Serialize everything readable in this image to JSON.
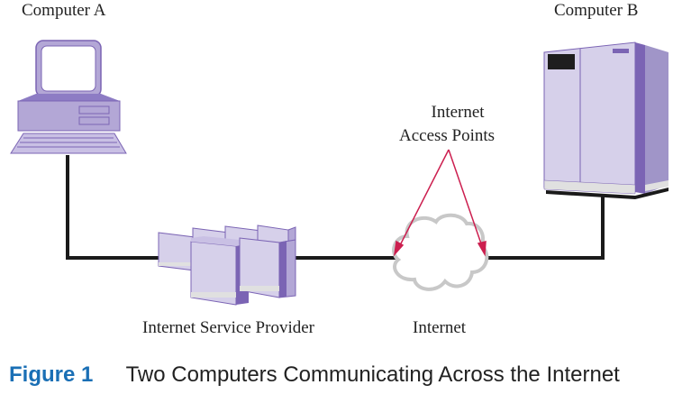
{
  "diagram": {
    "nodes": [
      {
        "id": "computer-a",
        "label": "Computer A",
        "type": "desktop-computer"
      },
      {
        "id": "isp",
        "label": "Internet Service Provider",
        "type": "server-cluster"
      },
      {
        "id": "internet",
        "label": "Internet",
        "type": "cloud"
      },
      {
        "id": "computer-b",
        "label": "Computer B",
        "type": "mainframe-cabinet"
      }
    ],
    "edges": [
      {
        "from": "computer-a",
        "to": "isp"
      },
      {
        "from": "isp",
        "to": "internet"
      },
      {
        "from": "internet",
        "to": "computer-b"
      }
    ],
    "annotation": {
      "line1": "Internet",
      "line2": "Access Points",
      "points_to": "internet-edges"
    }
  },
  "caption": {
    "figure_label": "Figure 1",
    "title": "Two Computers Communicating Across the Internet"
  },
  "colors": {
    "device_fill": "#b3a7d6",
    "device_light": "#d6d0ea",
    "device_dark": "#7b64b4",
    "line": "#1a1a1a",
    "arrow": "#cc1f4f",
    "cloud_stroke": "#c8c8c8",
    "caption_accent": "#1a6fb5"
  }
}
